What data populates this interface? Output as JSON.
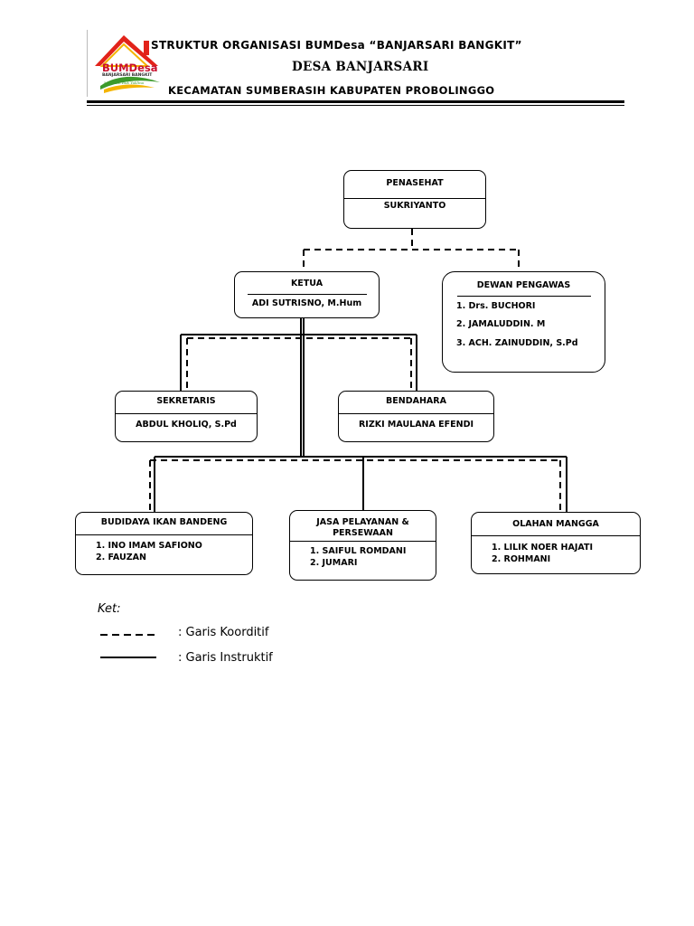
{
  "header": {
    "logo": {
      "brand": "BUMDesa",
      "subtitle": "BANJARSARI BANGKIT",
      "tagline": "Mugirahi Ruk Yuklina",
      "colors": {
        "roof": "#e2231a",
        "gold": "#f4b400",
        "green": "#3c9a2b",
        "red": "#c8102e"
      }
    },
    "line1": "STRUKTUR ORGANISASI BUMDesa “BANJARSARI BANGKIT”",
    "line2": "DESA BANJARSARI",
    "line3": "KECAMATAN SUMBERASIH KABUPATEN PROBOLINGGO"
  },
  "nodes": {
    "penasehat": {
      "title": "PENASEHAT",
      "name": "SUKRIYANTO"
    },
    "ketua": {
      "title": "KETUA",
      "name": "ADI SUTRISNO, M.Hum"
    },
    "dewan": {
      "title": "DEWAN PENGAWAS",
      "members": [
        "1. Drs. BUCHORI",
        "2. JAMALUDDIN. M",
        "3. ACH. ZAINUDDIN, S.Pd"
      ]
    },
    "sekretaris": {
      "title": "SEKRETARIS",
      "name": "ABDUL KHOLIQ, S.Pd"
    },
    "bendahara": {
      "title": "BENDAHARA",
      "name": "RIZKI MAULANA EFENDI"
    },
    "budidaya": {
      "title": "BUDIDAYA IKAN BANDENG",
      "members": [
        "1.  INO IMAM SAFIONO",
        "2.  FAUZAN"
      ]
    },
    "jasa": {
      "title_line1": "JASA PELAYANAN &",
      "title_line2": "PERSEWAAN",
      "members": [
        "1.  SAIFUL ROMDANI",
        "2.  JUMARI"
      ]
    },
    "olahan": {
      "title": "OLAHAN MANGGA",
      "members": [
        "1.  LILIK NOER HAJATI",
        "2.  ROHMANI"
      ]
    }
  },
  "legend": {
    "heading": "Ket:",
    "dashed_label": ": Garis Koorditif",
    "solid_label": ": Garis Instruktif"
  }
}
